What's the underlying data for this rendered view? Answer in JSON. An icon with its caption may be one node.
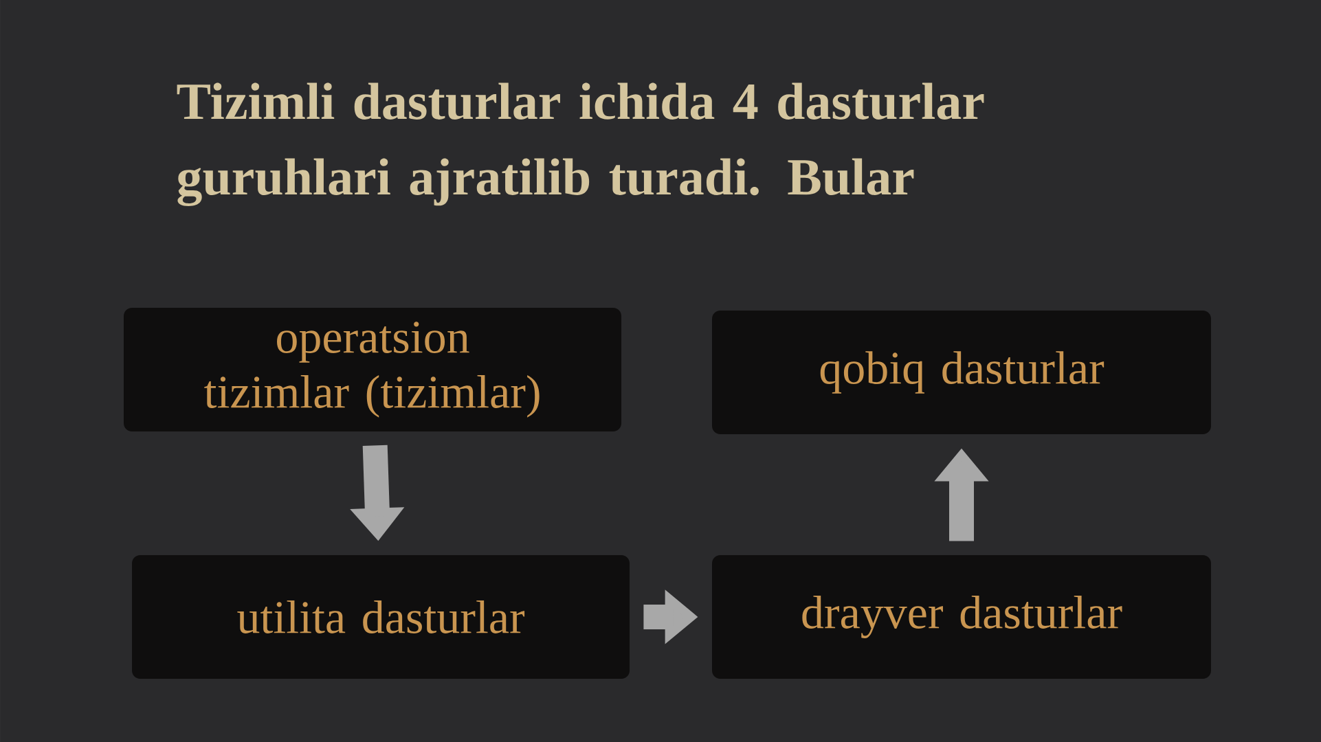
{
  "diagram": {
    "title": "Tizimli dasturlar ichida 4 dasturlar guruhlari ajratilib turadi. Bular",
    "nodes": [
      {
        "text": [
          "operatsion tizimlar (tizimlar)"
        ]
      },
      {
        "text": [
          "qobiq dasturlar"
        ]
      },
      {
        "text": [
          "utilita dasturlar"
        ]
      },
      {
        "text": [
          "drayver dasturlar"
        ]
      }
    ],
    "edges": [
      {
        "from": 0,
        "to": 2,
        "arrow": "to"
      },
      {
        "from": 2,
        "to": 3,
        "arrow": "to"
      },
      {
        "from": 3,
        "to": 1,
        "arrow": "to"
      }
    ]
  }
}
